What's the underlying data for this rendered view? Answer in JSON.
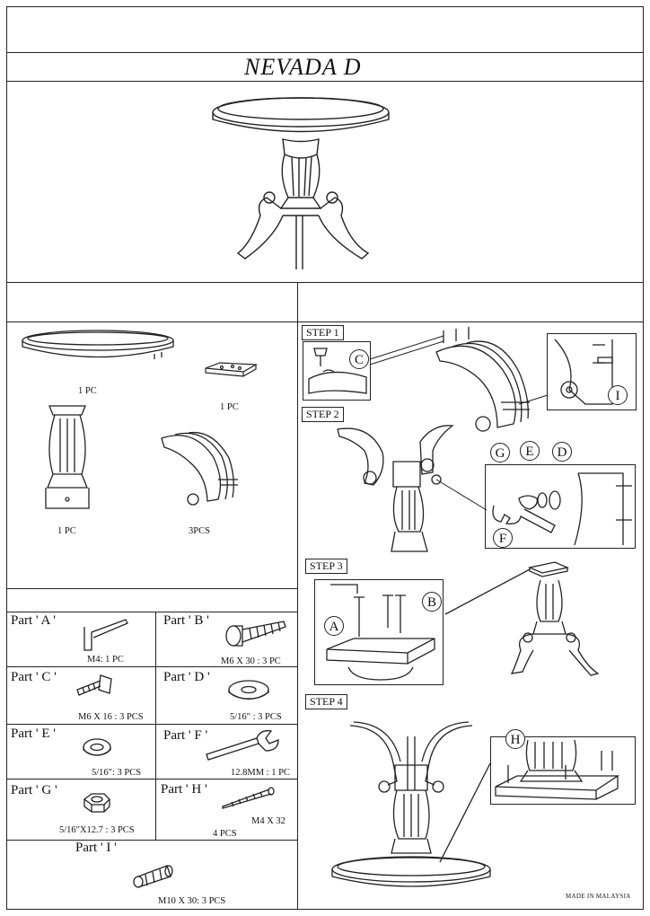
{
  "title": "NEVADA D",
  "components": {
    "top_qty": "1 PC",
    "bracket_qty": "1 PC",
    "pedestal_qty": "1 PC",
    "legs_qty": "3PCS"
  },
  "parts": [
    {
      "label": "Part ' A '",
      "spec": "M4: 1 PC",
      "icon": "allen-key-icon"
    },
    {
      "label": "Part ' B '",
      "spec": "M6 X 30 : 3 PC",
      "icon": "hex-bolt-icon"
    },
    {
      "label": "Part ' C '",
      "spec": "M6 X 16 : 3 PCS",
      "icon": "short-bolt-icon"
    },
    {
      "label": "Part ' D '",
      "spec": "5/16\" : 3 PCS",
      "icon": "flat-washer-icon"
    },
    {
      "label": "Part ' E '",
      "spec": "5/16\": 3 PCS",
      "icon": "spring-washer-icon"
    },
    {
      "label": "Part ' F '",
      "spec": "12.8MM : 1 PC",
      "icon": "wrench-icon"
    },
    {
      "label": "Part ' G '",
      "spec": "5/16\"X12.7 : 3 PCS",
      "icon": "hex-nut-icon"
    },
    {
      "label": "Part ' H '",
      "spec1": "M4 X 32",
      "spec2": "4 PCS",
      "icon": "wood-screw-icon"
    },
    {
      "label": "Part ' I '",
      "spec": "M10 X 30: 3 PCS",
      "icon": "dowel-icon"
    }
  ],
  "steps": {
    "step1": "STEP 1",
    "step2": "STEP 2",
    "step3": "STEP 3",
    "step4": "STEP 4"
  },
  "callouts": {
    "c": "C",
    "i": "I",
    "g": "G",
    "e": "E",
    "d": "D",
    "f": "F",
    "a": "A",
    "b": "B",
    "h": "H"
  },
  "footer": "MADE IN MALAYSIA"
}
